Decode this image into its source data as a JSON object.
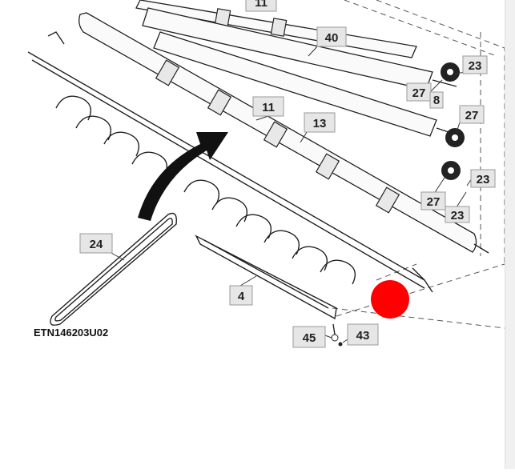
{
  "diagram": {
    "document_id": "ETN146203U02",
    "callouts": [
      {
        "id": "c11a",
        "label": "11"
      },
      {
        "id": "c40",
        "label": "40"
      },
      {
        "id": "c23a",
        "label": "23"
      },
      {
        "id": "c27a",
        "label": "27"
      },
      {
        "id": "c8",
        "label": "8"
      },
      {
        "id": "c11b",
        "label": "11"
      },
      {
        "id": "c13",
        "label": "13"
      },
      {
        "id": "c27b",
        "label": "27"
      },
      {
        "id": "c23b",
        "label": "23"
      },
      {
        "id": "c27c",
        "label": "27"
      },
      {
        "id": "c23c",
        "label": "23"
      },
      {
        "id": "c24",
        "label": "24"
      },
      {
        "id": "c4",
        "label": "4"
      },
      {
        "id": "c45",
        "label": "45"
      },
      {
        "id": "c43",
        "label": "43"
      }
    ],
    "colors": {
      "line": "#222222",
      "callout_fill": "#e6e6e6",
      "marker": "#ff0000",
      "arrow": "#111111"
    }
  }
}
